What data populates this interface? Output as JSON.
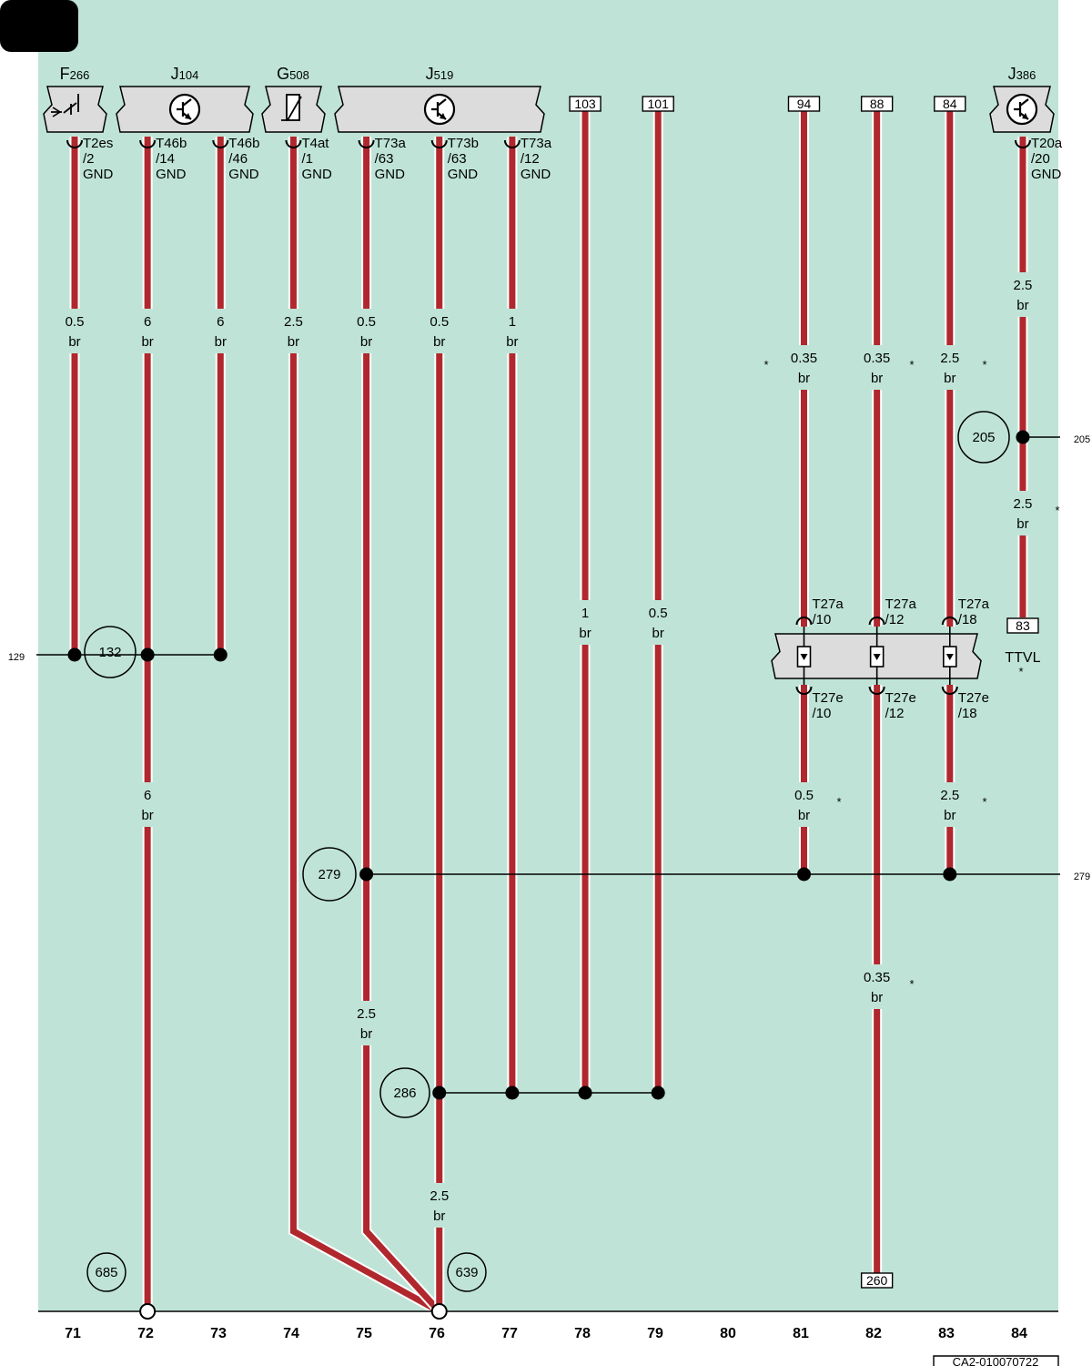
{
  "page_tab": "",
  "components": [
    {
      "id": "f266",
      "letter": "F",
      "num": "266",
      "symbol": "switch"
    },
    {
      "id": "j104",
      "letter": "J",
      "num": "104",
      "symbol": "transistor"
    },
    {
      "id": "g508",
      "letter": "G",
      "num": "508",
      "symbol": "sensor"
    },
    {
      "id": "j519",
      "letter": "J",
      "num": "519",
      "symbol": "transistor"
    },
    {
      "id": "j386",
      "letter": "J",
      "num": "386",
      "symbol": "transistor"
    }
  ],
  "wire_refs_top": [
    "103",
    "101",
    "94",
    "88",
    "84"
  ],
  "pins": [
    {
      "wire": 71,
      "l1": "T2es",
      "l2": "/2",
      "l3": "GND"
    },
    {
      "wire": 72,
      "l1": "T46b",
      "l2": "/14",
      "l3": "GND"
    },
    {
      "wire": 73,
      "l1": "T46b",
      "l2": "/46",
      "l3": "GND"
    },
    {
      "wire": 74,
      "l1": "T4at",
      "l2": "/1",
      "l3": "GND"
    },
    {
      "wire": 75,
      "l1": "T73a",
      "l2": "/63",
      "l3": "GND"
    },
    {
      "wire": 76,
      "l1": "T73b",
      "l2": "/63",
      "l3": "GND"
    },
    {
      "wire": 77,
      "l1": "T73a",
      "l2": "/12",
      "l3": "GND"
    },
    {
      "wire": 84,
      "l1": "T20a",
      "l2": "/20",
      "l3": "GND"
    }
  ],
  "wire_specs": [
    {
      "size": "0.5",
      "color": "br"
    },
    {
      "size": "6",
      "color": "br"
    },
    {
      "size": "6",
      "color": "br"
    },
    {
      "size": "2.5",
      "color": "br"
    },
    {
      "size": "0.5",
      "color": "br"
    },
    {
      "size": "0.5",
      "color": "br"
    },
    {
      "size": "1",
      "color": "br"
    },
    {
      "size": "0.35",
      "color": "br"
    },
    {
      "size": "0.35",
      "color": "br"
    },
    {
      "size": "2.5",
      "color": "br"
    },
    {
      "size": "2.5",
      "color": "br"
    },
    {
      "size": "2.5",
      "color": "br"
    },
    {
      "size": "1",
      "color": "br"
    },
    {
      "size": "0.5",
      "color": "br"
    },
    {
      "size": "6",
      "color": "br"
    },
    {
      "size": "0.5",
      "color": "br"
    },
    {
      "size": "2.5",
      "color": "br"
    },
    {
      "size": "0.35",
      "color": "br"
    },
    {
      "size": "2.5",
      "color": "br"
    },
    {
      "size": "2.5",
      "color": "br"
    }
  ],
  "connector_pins": [
    {
      "top1": "T27a",
      "top2": "/10",
      "bot1": "T27e",
      "bot2": "/10"
    },
    {
      "top1": "T27a",
      "top2": "/12",
      "bot1": "T27e",
      "bot2": "/12"
    },
    {
      "top1": "T27a",
      "top2": "/18",
      "bot1": "T27e",
      "bot2": "/18"
    }
  ],
  "ground_points": [
    "132",
    "205",
    "279",
    "286",
    "685",
    "639"
  ],
  "side_refs": {
    "left_129": "129",
    "right_205": "205",
    "right_279": "279"
  },
  "wire_ref_83": "83",
  "wire_ref_260": "260",
  "ttvl_label": "TTVL",
  "asterisk": "*",
  "track_numbers": [
    "71",
    "72",
    "73",
    "74",
    "75",
    "76",
    "77",
    "78",
    "79",
    "80",
    "81",
    "82",
    "83",
    "84"
  ],
  "drawing_code": "CA2-010070722",
  "colors": {
    "background": "#bfe4d7",
    "wire_fill": "#b0282d",
    "wire_outline": "#ffffff",
    "component_fill": "#dcdcdc",
    "line": "#000000",
    "tab": "#000000"
  }
}
